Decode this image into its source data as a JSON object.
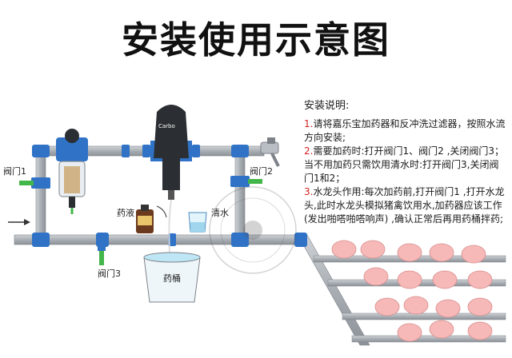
{
  "title": "安装使用示意图",
  "labels": {
    "valve1": "阀门1",
    "valve2": "阀门2",
    "valve3": "阀门3",
    "medicine_liquid": "药液",
    "clean_water": "清水",
    "medicine_bucket": "药桶",
    "device_brand": "Carbo"
  },
  "instructions": {
    "heading": "安装说明:",
    "items": [
      {
        "num": "1.",
        "text": "请将嘉乐宝加药器和反冲洗过滤器，按照水流方向安装;"
      },
      {
        "num": "2.",
        "text": "需要加药时:打开阀门1、阀门2 ,关闭阀门3；当不用加药只需饮用清水时:打开阀门3,关闭阀门1和2；"
      },
      {
        "num": "3.",
        "text": "水龙头作用:每次加药前,打开阀门1 ,打开水龙头,此时水龙头模拟猪禽饮用水,加药器应该工作 (发出啪嗒啪嗒响声) ,确认正常后再用药桶拌药;"
      }
    ]
  },
  "colors": {
    "pipe": "#a9aeb4",
    "pipe_edge": "#7d8288",
    "fitting": "#2f72c6",
    "valve_handle": "#43b649",
    "dispenser": "#2b2f33",
    "bucket_water": "#bfe6f5",
    "text_accent": "#d42020"
  }
}
